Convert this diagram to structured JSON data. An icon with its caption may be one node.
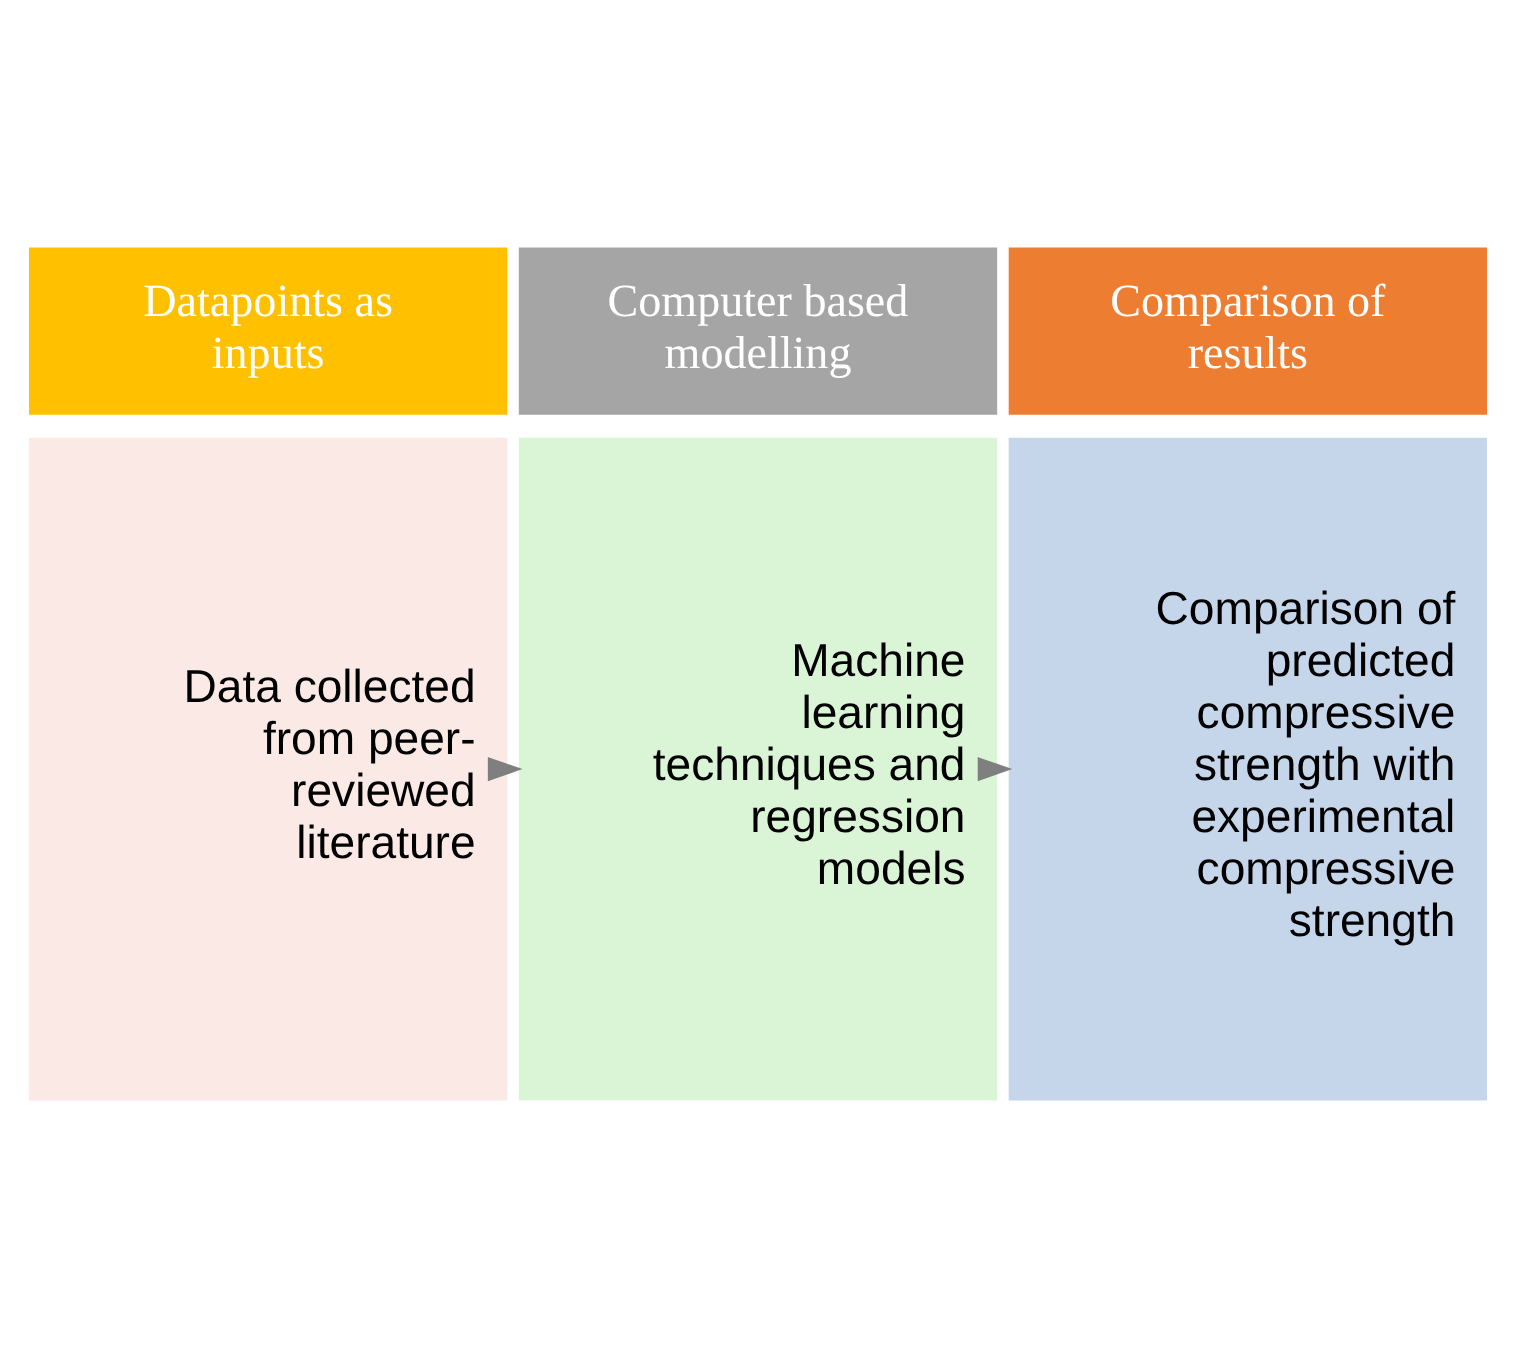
{
  "diagram": {
    "nodes": [
      {
        "text": [
          "Datapoints as inputs"
        ]
      },
      {
        "text": [
          "Data collected from peer-reviewed literature"
        ]
      },
      {
        "text": [
          "Computer based modelling"
        ]
      },
      {
        "text": [
          "Machine learning techniques and regression models"
        ]
      },
      {
        "text": [
          "Comparison of results"
        ]
      },
      {
        "text": [
          "Comparison of predicted compressive strength with experimental compressive strength"
        ]
      }
    ],
    "edges": [
      {
        "from": 1,
        "to": 3,
        "arrow": "to"
      },
      {
        "from": 3,
        "to": 5,
        "arrow": "to"
      }
    ]
  }
}
